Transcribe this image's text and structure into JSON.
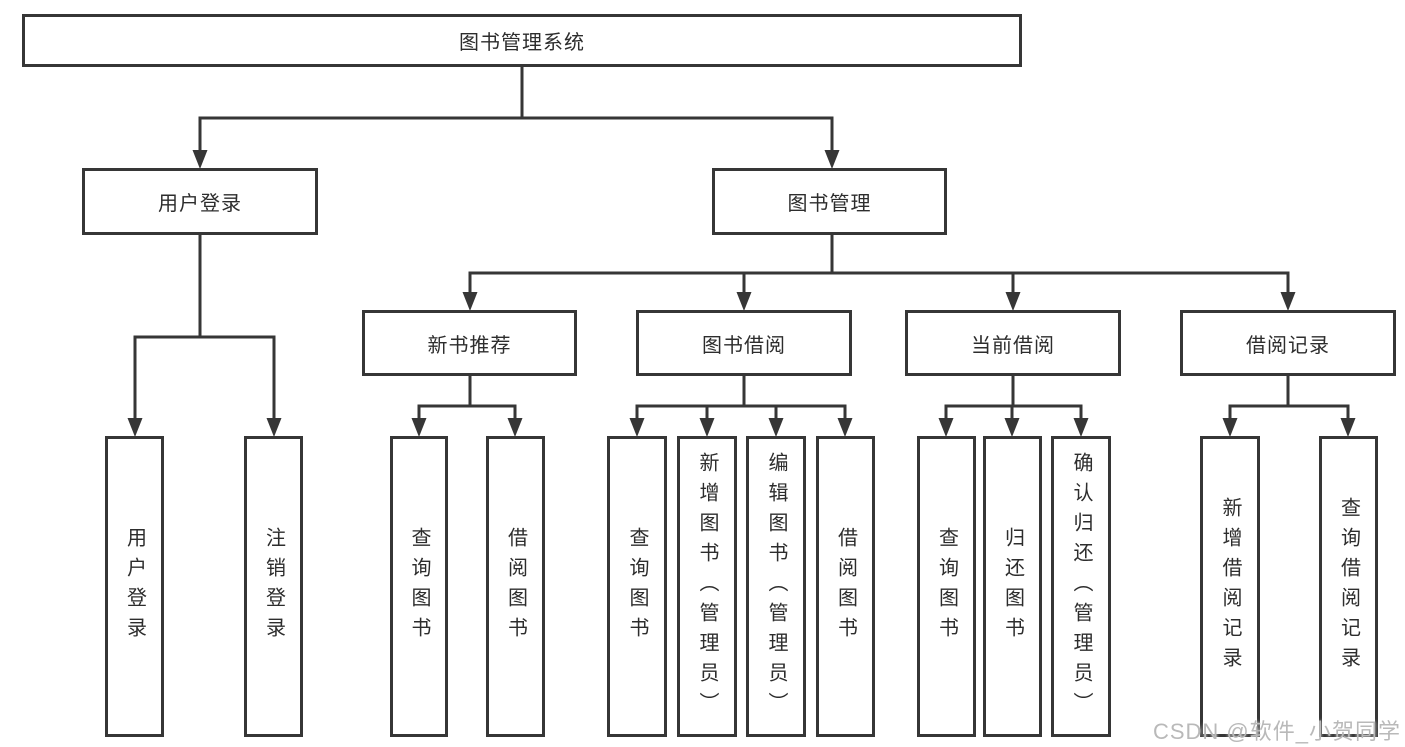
{
  "diagram": {
    "tree": {
      "root": {
        "label": "图书管理系统"
      },
      "level2": [
        {
          "label": "用户登录",
          "leaves": [
            "用户登录",
            "注销登录"
          ]
        },
        {
          "label": "图书管理",
          "children": [
            {
              "label": "新书推荐",
              "leaves": [
                "查询图书",
                "借阅图书"
              ]
            },
            {
              "label": "图书借阅",
              "leaves": [
                "查询图书",
                "新增图书（管理员）",
                "编辑图书（管理员）",
                "借阅图书"
              ]
            },
            {
              "label": "当前借阅",
              "leaves": [
                "查询图书",
                "归还图书",
                "确认归还（管理员）"
              ]
            },
            {
              "label": "借阅记录",
              "leaves": [
                "新增借阅记录",
                "查询借阅记录"
              ]
            }
          ]
        }
      ]
    }
  },
  "watermark": {
    "text": "CSDN @软件_小贺同学"
  },
  "colors": {
    "line": "#363636",
    "text": "#2d2d2d",
    "box_background": "#ffffff",
    "page_background": "#ffffff",
    "watermark": "#b9b9b9"
  }
}
